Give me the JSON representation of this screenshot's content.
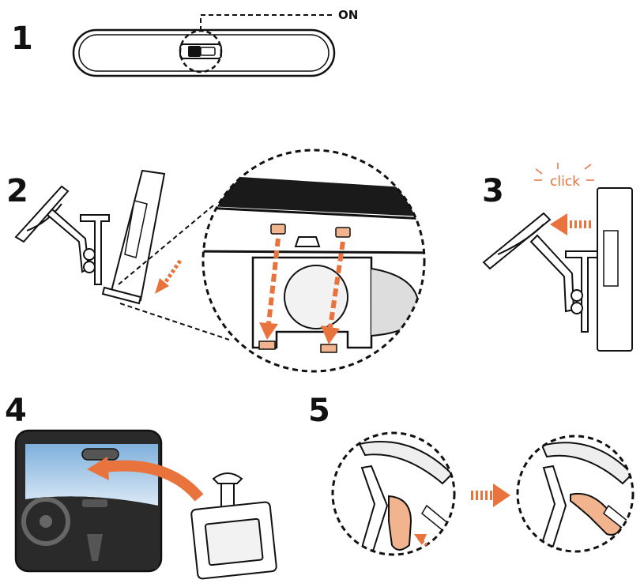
{
  "steps": [
    {
      "number": "1",
      "callout": "ON"
    },
    {
      "number": "2"
    },
    {
      "number": "3",
      "callout": "click"
    },
    {
      "number": "4"
    },
    {
      "number": "5"
    }
  ],
  "colors": {
    "line": "#111111",
    "accent_orange": "#e8733c",
    "pad_peach": "#f2b48f",
    "sky_blue": "#8db8de",
    "dashboard": "#2a2a2a"
  }
}
